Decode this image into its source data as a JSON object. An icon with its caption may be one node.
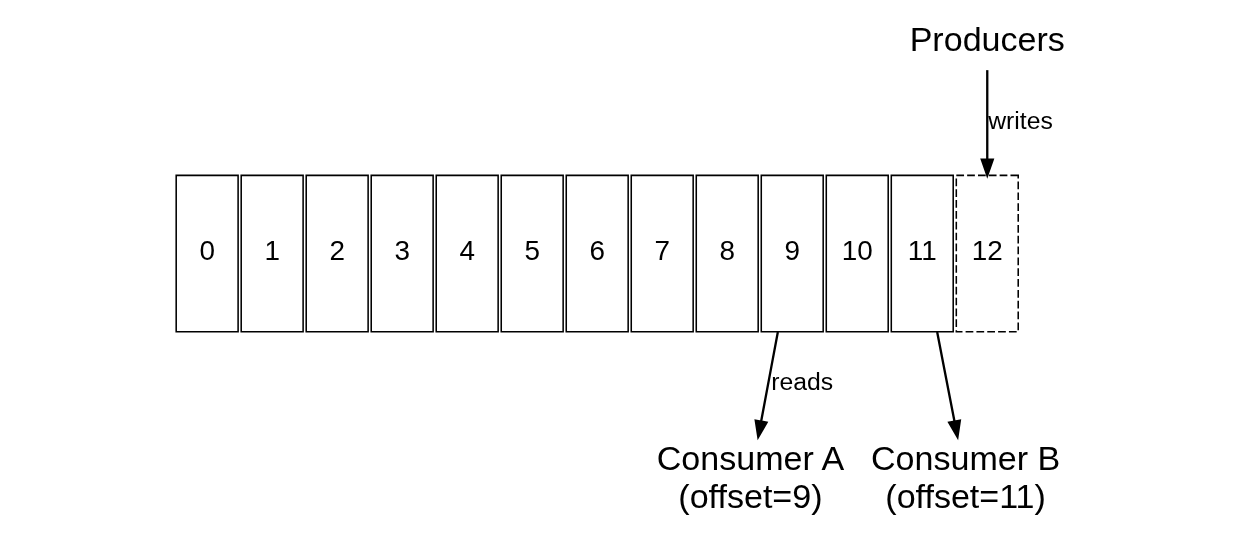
{
  "diagram": {
    "nodes": [
      {
        "text": [
          "Producers"
        ]
      },
      {
        "text": [
          "0"
        ]
      },
      {
        "text": [
          "1"
        ]
      },
      {
        "text": [
          "2"
        ]
      },
      {
        "text": [
          "3"
        ]
      },
      {
        "text": [
          "4"
        ]
      },
      {
        "text": [
          "5"
        ]
      },
      {
        "text": [
          "6"
        ]
      },
      {
        "text": [
          "7"
        ]
      },
      {
        "text": [
          "8"
        ]
      },
      {
        "text": [
          "9"
        ]
      },
      {
        "text": [
          "10"
        ]
      },
      {
        "text": [
          "11"
        ]
      },
      {
        "text": [
          "12"
        ]
      },
      {
        "text": [
          "Consumer A",
          "(offset=9)"
        ]
      },
      {
        "text": [
          "Consumer B",
          "(offset=11)"
        ]
      }
    ],
    "edges": [
      {
        "from": 0,
        "to": 13,
        "arrow": "to",
        "label": "writes"
      },
      {
        "from": 10,
        "to": 14,
        "arrow": "to",
        "label": "reads"
      },
      {
        "from": 12,
        "to": 15,
        "arrow": "to"
      }
    ]
  }
}
